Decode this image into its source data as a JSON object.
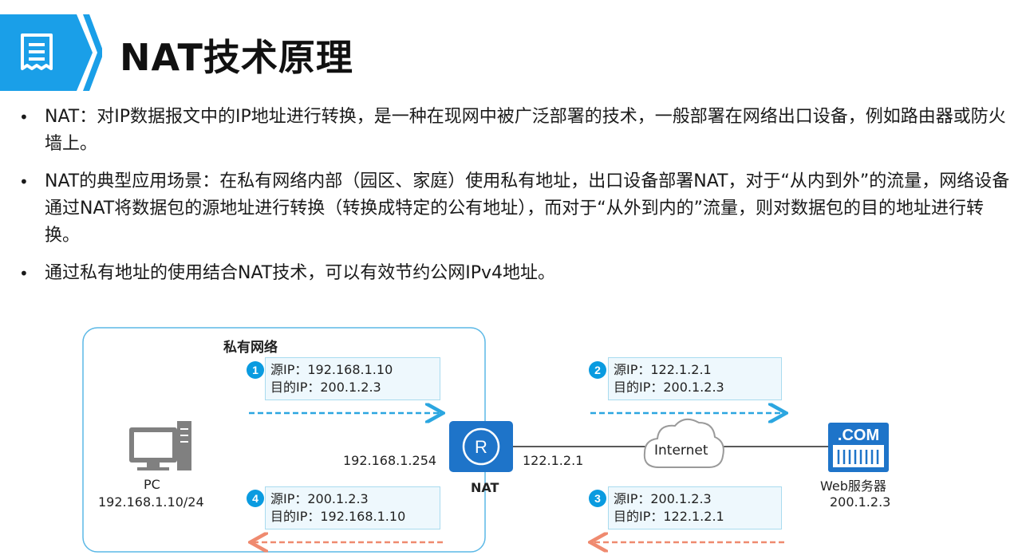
{
  "title": "NAT技术原理",
  "bullets": [
    {
      "text": "NAT：对IP数据报文中的IP地址进行转换，是一种在现网中被广泛部署的技术，一般部署在网络出口设备，例如路由器或防火墙上。"
    },
    {
      "text": "NAT的典型应用场景：在私有网络内部（园区、家庭）使用私有地址，出口设备部署NAT，对于“从内到外”的流量，网络设备通过NAT将数据包的源地址进行转换（转换成特定的公有地址），而对于“从外到内的”流量，则对数据包的目的地址进行转换。"
    },
    {
      "text": "通过私有地址的使用结合NAT技术，可以有效节约公网IPv4地址。"
    }
  ],
  "diagram": {
    "private_network_label": "私有网络",
    "pc": {
      "name": "PC",
      "ip": "192.168.1.10/24"
    },
    "nat": {
      "name": "NAT",
      "inside_ip": "192.168.1.254",
      "outside_ip": "122.1.2.1",
      "icon_letter": "R"
    },
    "internet_label": "Internet",
    "server": {
      "badge": ".COM",
      "name": "Web服务器",
      "ip": "200.1.2.3"
    },
    "packets": [
      {
        "num": "1",
        "src": "源IP：192.168.1.10",
        "dst": "目的IP：200.1.2.3"
      },
      {
        "num": "2",
        "src": "源IP：122.1.2.1",
        "dst": "目的IP：200.1.2.3"
      },
      {
        "num": "3",
        "src": "源IP：200.1.2.3",
        "dst": "目的IP：122.1.2.1"
      },
      {
        "num": "4",
        "src": "源IP：200.1.2.3",
        "dst": "目的IP：192.168.1.10"
      }
    ],
    "colors": {
      "accent": "#0a9be0",
      "outbound_arrow": "#2ba6e0",
      "inbound_arrow": "#ef8a6f",
      "router": "#1e74c9"
    }
  }
}
